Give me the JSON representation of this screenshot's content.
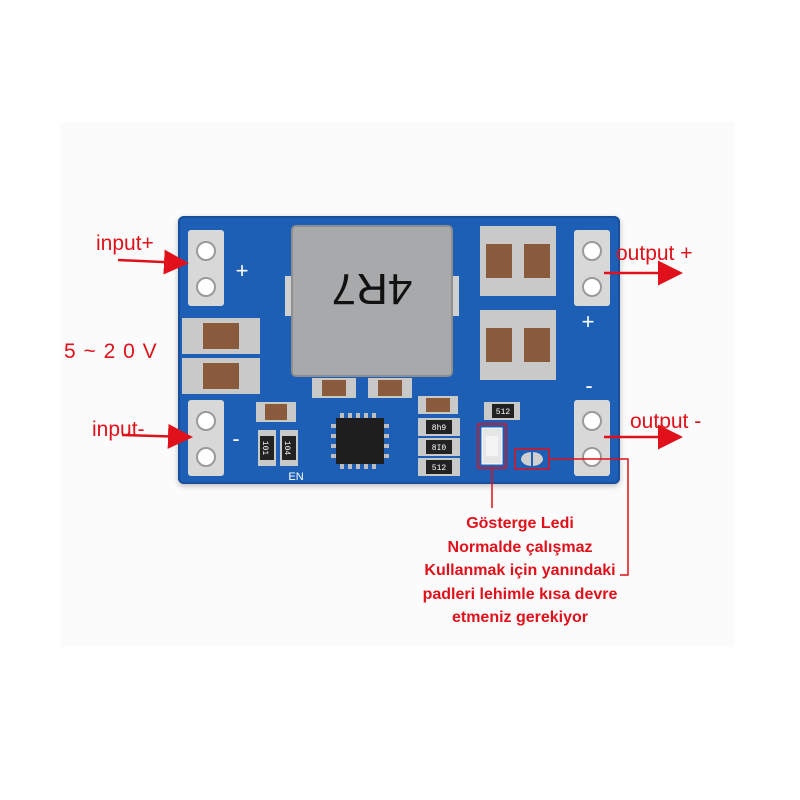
{
  "labels": {
    "input_plus": "input+",
    "input_minus": "input-",
    "voltage": "5 ~ 2 0 V",
    "output_plus": "output +",
    "output_minus": "output -"
  },
  "board_text": {
    "inductor": "4R7",
    "en": "EN",
    "plus_marks": [
      "+",
      "+"
    ],
    "minus_marks": [
      "-",
      "-"
    ],
    "resistor_codes": [
      "512",
      "8h9",
      "8I0",
      "512",
      "101",
      "104"
    ]
  },
  "note_lines": [
    "Gösterge Ledi",
    "Normalde çalışmaz",
    "Kullanmak için yanındaki",
    "padleri lehimle kısa devre",
    "etmeniz gerekiyor"
  ],
  "colors": {
    "pcb": "#1d5fb4",
    "annotation": "#e0111a",
    "pad": "#d8d8d8",
    "inductor": "#a7a9ab"
  }
}
